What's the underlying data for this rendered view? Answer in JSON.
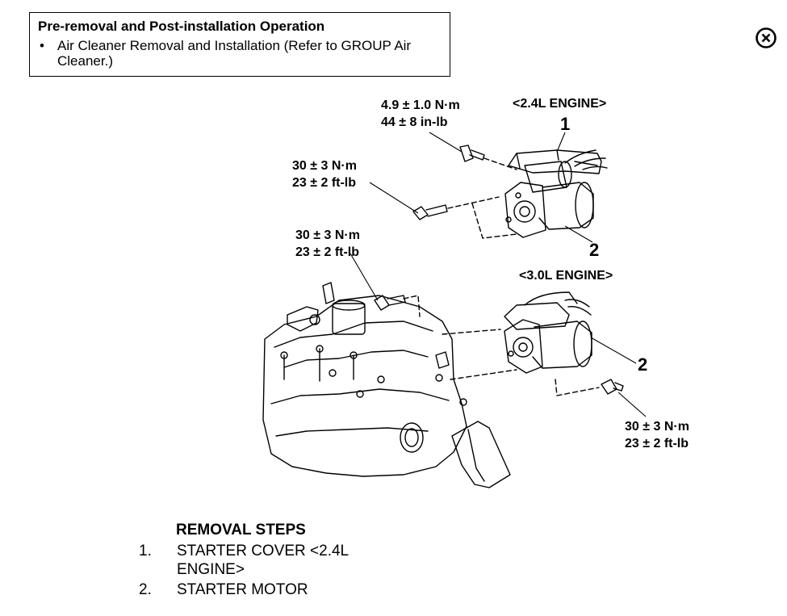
{
  "info_box": {
    "title": "Pre-removal and Post-installation Operation",
    "items": [
      {
        "bullet": "•",
        "text": "Air Cleaner Removal and Installation (Refer to GROUP Air Cleaner.)"
      }
    ]
  },
  "close_icon": "circled-x-icon",
  "diagram": {
    "engine_24_label": "<2.4L ENGINE>",
    "engine_30_label": "<3.0L ENGINE>",
    "torque_top": {
      "line1": "4.9 ± 1.0 N·m",
      "line2": "44 ± 8 in-lb"
    },
    "torque_left_upper": {
      "line1": "30 ± 3 N·m",
      "line2": "23 ± 2 ft-lb"
    },
    "torque_left_lower": {
      "line1": "30 ± 3 N·m",
      "line2": "23 ± 2 ft-lb"
    },
    "torque_right": {
      "line1": "30 ± 3 N·m",
      "line2": "23 ± 2 ft-lb"
    },
    "callouts": {
      "cover": "1",
      "motor_24": "2",
      "motor_30": "2"
    }
  },
  "removal": {
    "title": "REMOVAL STEPS",
    "steps": [
      {
        "num": "1.",
        "text": "STARTER COVER <2.4L ENGINE>"
      },
      {
        "num": "2.",
        "text": "STARTER MOTOR"
      }
    ]
  }
}
